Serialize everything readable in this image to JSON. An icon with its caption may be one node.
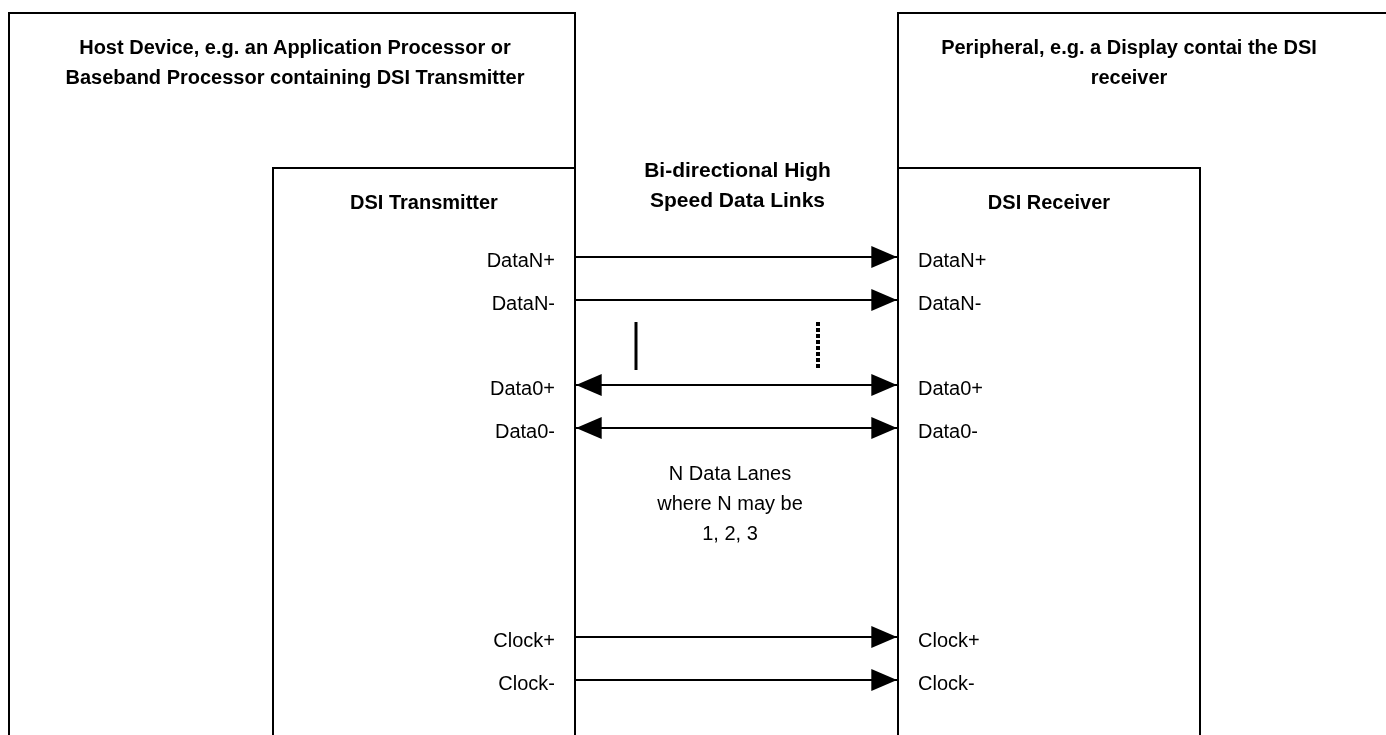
{
  "diagram": {
    "nodes": [
      {
        "text": [
          "Host Device, e.g. an Application Processor or Baseband Processor containing DSI Transmitter"
        ]
      },
      {
        "text": [
          "DSI Transmitter"
        ],
        "in": 0
      },
      {
        "text": [
          "Peripheral, e.g. a Display contai the DSI receiver"
        ]
      },
      {
        "text": [
          "DSI Receiver"
        ],
        "in": 2
      }
    ],
    "edges": [
      {
        "from": 1,
        "to": 3,
        "arrow": "to"
      },
      {
        "from": 1,
        "to": 3,
        "arrow": "to"
      },
      {
        "from": 1,
        "to": 3,
        "arrow": "both"
      },
      {
        "from": 1,
        "to": 3,
        "arrow": "both"
      },
      {
        "from": 1,
        "to": 3,
        "arrow": "to"
      },
      {
        "from": 1,
        "to": 3,
        "arrow": "to"
      }
    ],
    "labels": [
      "Bi-directional High Speed Data Links",
      "DataN+",
      "DataN+",
      "DataN-",
      "DataN-",
      "Data0+",
      "Data0+",
      "Data0-",
      "Data0-",
      "N Data Lanes where N may be 1, 2, 3",
      "Clock+",
      "Clock+",
      "Clock-",
      "Clock-"
    ]
  }
}
